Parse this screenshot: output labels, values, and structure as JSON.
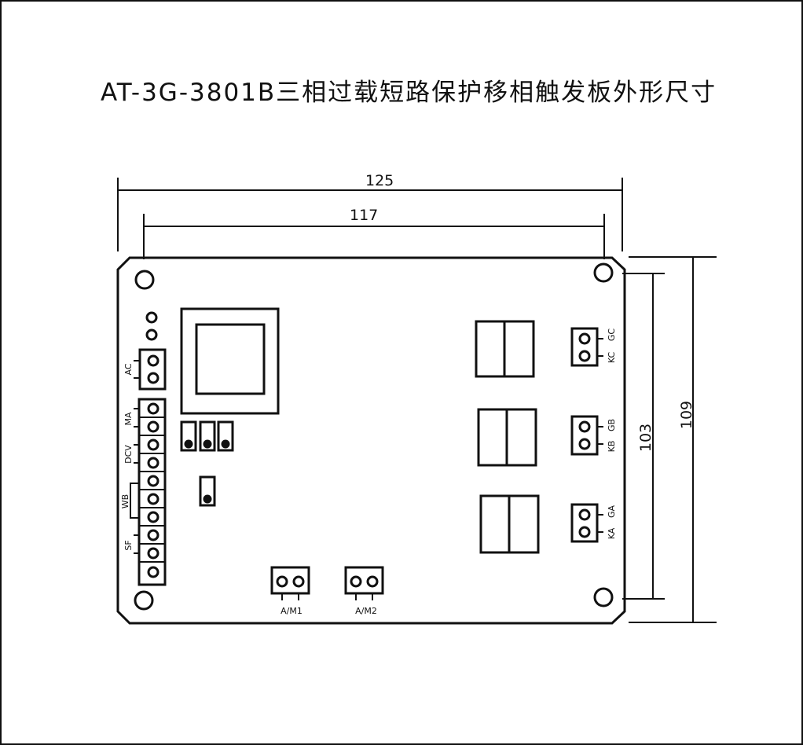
{
  "title": "AT-3G-3801B三相过载短路保护移相触发板外形尺寸",
  "dimensions": {
    "overall_width": "125",
    "hole_spacing_width": "117",
    "hole_spacing_height": "103",
    "overall_height": "109"
  },
  "left_labels": {
    "ac": "AC",
    "ma": "MA",
    "dcv": "DCV",
    "wb": "WB",
    "sf": "SF"
  },
  "right_labels": {
    "gc": "GC",
    "kc": "KC",
    "gb": "GB",
    "kb": "KB",
    "ga": "GA",
    "ka": "KA"
  },
  "bottom_labels": {
    "am1": "A/M1",
    "am2": "A/M2"
  }
}
